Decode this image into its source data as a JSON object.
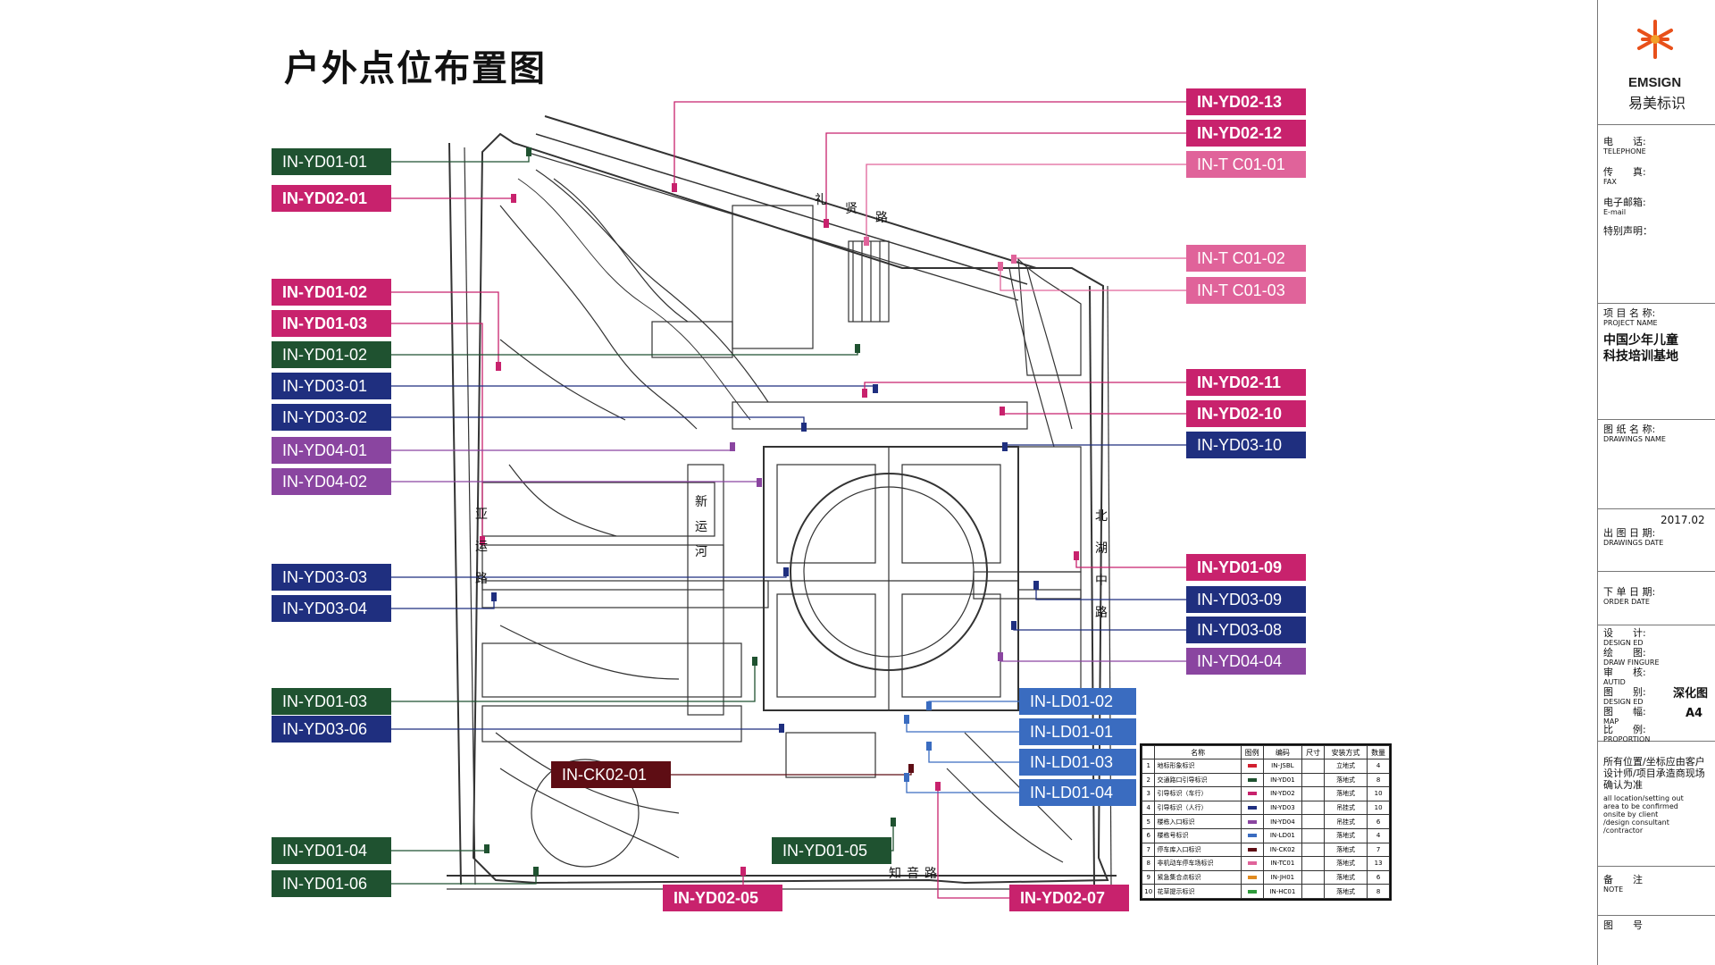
{
  "title": "户外点位布置图",
  "colors": {
    "dark_green": "#1f5230",
    "magenta": "#c8226d",
    "pink": "#e0639a",
    "navy": "#1f2f7f",
    "purple": "#8a45a0",
    "blue": "#3a6cc0",
    "maroon": "#5e0d14"
  },
  "labels": [
    {
      "text": "IN-YD01-01",
      "color": "dark_green"
    },
    {
      "text": "IN-YD02-01",
      "color": "magenta"
    },
    {
      "text": "IN-YD01-02",
      "color": "magenta"
    },
    {
      "text": "IN-YD01-03",
      "color": "magenta"
    },
    {
      "text": "IN-YD01-02",
      "color": "dark_green"
    },
    {
      "text": "IN-YD03-01",
      "color": "navy"
    },
    {
      "text": "IN-YD03-02",
      "color": "navy"
    },
    {
      "text": "IN-YD04-01",
      "color": "purple"
    },
    {
      "text": "IN-YD04-02",
      "color": "purple"
    },
    {
      "text": "IN-YD03-03",
      "color": "navy"
    },
    {
      "text": "IN-YD03-04",
      "color": "navy"
    },
    {
      "text": "IN-YD01-03",
      "color": "dark_green"
    },
    {
      "text": "IN-YD03-06",
      "color": "navy"
    },
    {
      "text": "IN-CK02-01",
      "color": "maroon"
    },
    {
      "text": "IN-YD01-04",
      "color": "dark_green"
    },
    {
      "text": "IN-YD01-06",
      "color": "dark_green"
    },
    {
      "text": "IN-YD01-05",
      "color": "dark_green"
    },
    {
      "text": "IN-YD02-05",
      "color": "magenta"
    },
    {
      "text": "IN-YD02-07",
      "color": "magenta"
    },
    {
      "text": "IN-YD02-13",
      "color": "magenta"
    },
    {
      "text": "IN-YD02-12",
      "color": "magenta"
    },
    {
      "text": "IN-T C01-01",
      "color": "pink"
    },
    {
      "text": "IN-T C01-02",
      "color": "pink"
    },
    {
      "text": "IN-T C01-03",
      "color": "pink"
    },
    {
      "text": "IN-YD02-11",
      "color": "magenta"
    },
    {
      "text": "IN-YD02-10",
      "color": "magenta"
    },
    {
      "text": "IN-YD03-10",
      "color": "navy"
    },
    {
      "text": "IN-YD01-09",
      "color": "magenta"
    },
    {
      "text": "IN-YD03-09",
      "color": "navy"
    },
    {
      "text": "IN-YD03-08",
      "color": "navy"
    },
    {
      "text": "IN-YD04-04",
      "color": "purple"
    },
    {
      "text": "IN-LD01-02",
      "color": "blue"
    },
    {
      "text": "IN-LD01-01",
      "color": "blue"
    },
    {
      "text": "IN-LD01-03",
      "color": "blue"
    },
    {
      "text": "IN-LD01-04",
      "color": "blue"
    }
  ],
  "roads": {
    "north": "礼贤路",
    "west": "亚运路",
    "east": "北湖中路",
    "south": "知音路",
    "canal": "新运河"
  },
  "title_block": {
    "brand_en": "EMSIGN",
    "brand_cn": "易美标识",
    "telephone_cn": "电　　话:",
    "telephone_en": "TELEPHONE",
    "fax_cn": "传　　真:",
    "fax_en": "FAX",
    "email_cn": "电子邮箱:",
    "email_en": "E-mail",
    "statement_cn": "特别声明：",
    "project_name_cn": "项 目 名 称:",
    "project_name_en": "PROJECT NAME",
    "project_value_1": "中国少年儿童",
    "project_value_2": "科技培训基地",
    "drawing_name_cn": "图 纸 名 称:",
    "drawing_name_en": "DRAWINGS NAME",
    "date_value": "2017.02",
    "drawing_date_cn": "出 图 日 期:",
    "drawing_date_en": "DRAWINGS DATE",
    "order_date_cn": "下 单 日 期:",
    "order_date_en": "ORDER DATE",
    "design_cn": "设　　计:",
    "design_en": "DESIGN ED",
    "draw_cn": "绘　　图:",
    "draw_en": "DRAW FINGURE",
    "audit_cn": "审　　核:",
    "audit_en": "AUTID",
    "type_cn": "图　　别:",
    "type_en": "DESIGN ED",
    "type_value": "深化图",
    "size_cn": "图　　幅:",
    "size_en": "MAP",
    "size_value": "A4",
    "proportion_cn": "比　　例:",
    "proportion_en": "PROPORTION",
    "note_cn_1": "所有位置/坐标应由客户",
    "note_cn_2": "设计师/项目承造商现场",
    "note_cn_3": "确认为准",
    "note_en_1": "all location/setting out",
    "note_en_2": "area to be confirmed",
    "note_en_3": "onsite by client",
    "note_en_4": "/design consultant",
    "note_en_5": "/contractor",
    "remarks_cn": "备　　注",
    "remarks_en": "NOTE",
    "drawing_no_cn": "图　　号"
  },
  "legend": {
    "headers": [
      "",
      "名称",
      "图例",
      "编码",
      "尺寸",
      "安装方式",
      "数量"
    ],
    "rows": [
      {
        "no": "1",
        "name": "地标形象标识",
        "code": "IN-JSBL",
        "mount": "立地式",
        "qty": "4",
        "color": "#d21f2f"
      },
      {
        "no": "2",
        "name": "交通路口引导标识",
        "code": "IN-YD01",
        "mount": "落地式",
        "qty": "8",
        "color": "#1f5230"
      },
      {
        "no": "3",
        "name": "引导标识（车行）",
        "code": "IN-YD02",
        "mount": "落地式",
        "qty": "10",
        "color": "#c8226d"
      },
      {
        "no": "4",
        "name": "引导标识（人行）",
        "code": "IN-YD03",
        "mount": "吊挂式",
        "qty": "10",
        "color": "#1f2f7f"
      },
      {
        "no": "5",
        "name": "楼栋入口标识",
        "code": "IN-YD04",
        "mount": "吊挂式",
        "qty": "6",
        "color": "#8a45a0"
      },
      {
        "no": "6",
        "name": "楼栋号标识",
        "code": "IN-LD01",
        "mount": "落地式",
        "qty": "4",
        "color": "#3a6cc0"
      },
      {
        "no": "7",
        "name": "停车库入口标识",
        "code": "IN-CK02",
        "mount": "落地式",
        "qty": "7",
        "color": "#5e0d14"
      },
      {
        "no": "8",
        "name": "非机动车停车场标识",
        "code": "IN-TC01",
        "mount": "落地式",
        "qty": "13",
        "color": "#e0639a"
      },
      {
        "no": "9",
        "name": "紧急集合点标识",
        "code": "IN-JH01",
        "mount": "落地式",
        "qty": "6",
        "color": "#e08a20"
      },
      {
        "no": "10",
        "name": "花草提示标识",
        "code": "IN-HC01",
        "mount": "落地式",
        "qty": "8",
        "color": "#2e9b3b"
      }
    ]
  }
}
